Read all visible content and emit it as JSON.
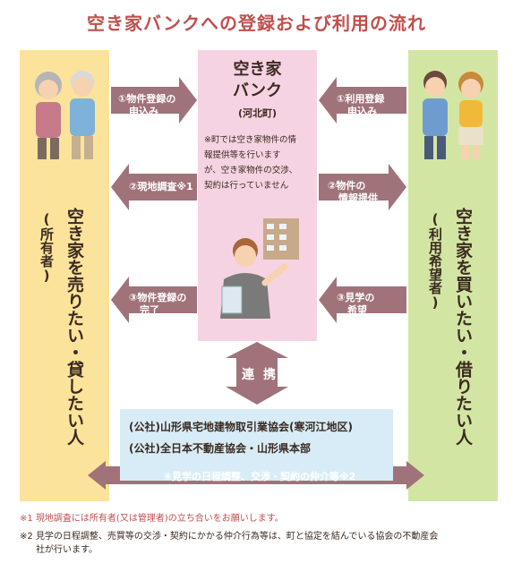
{
  "title": "空き家バンクへの登録および利用の流れ",
  "left_party": {
    "main": "空き家を売りたい・貸したい人",
    "sub": "(所有者)"
  },
  "right_party": {
    "main": "空き家を買いたい・借りたい人",
    "sub": "(利用希望者)"
  },
  "bank": {
    "title_line1": "空き家",
    "title_line2": "バンク",
    "sub": "(河北町)",
    "note_lines": [
      "※町では空き家物件の情",
      "報提供等を行います",
      "が、空き家物件の交渉、",
      "契約は行っていません"
    ]
  },
  "left_arrows": [
    {
      "line1": "①物件登録の",
      "line2": "申込み"
    },
    {
      "line1": "②現地調査※1",
      "line2": ""
    },
    {
      "line1": "③物件登録の",
      "line2": "完了"
    }
  ],
  "right_arrows": [
    {
      "line1": "①利用登録",
      "line2": "申込み"
    },
    {
      "line1": "②物件の",
      "line2": "情報提供"
    },
    {
      "line1": "③見学の",
      "line2": "希望"
    }
  ],
  "link": "連携",
  "associations": [
    "(公社)山形県宅地建物取引業協会(寒河江地区)",
    "(公社)全日本不動産協会・山形県本部"
  ],
  "bottom_arrow": "④見学の日程調整、交渉・契約の仲介等※2",
  "footnotes": [
    {
      "mark": "※1",
      "text": "現地調査には所有者(又は管理者)の立ち合いをお願いします。"
    },
    {
      "mark": "※2",
      "text": "見学の日程調整、売買等の交渉・契約にかかる仲介行為等は、町と協定を結んでいる協会の不動産会",
      "text2": "社が行います。"
    }
  ],
  "colors": {
    "title": "#c0504d",
    "arrow": "#a0737a",
    "left_bg": "#fbe39b",
    "right_bg": "#d3e5a3",
    "center_bg": "#f5d3e2",
    "assoc_bg": "#d7ecf6"
  }
}
